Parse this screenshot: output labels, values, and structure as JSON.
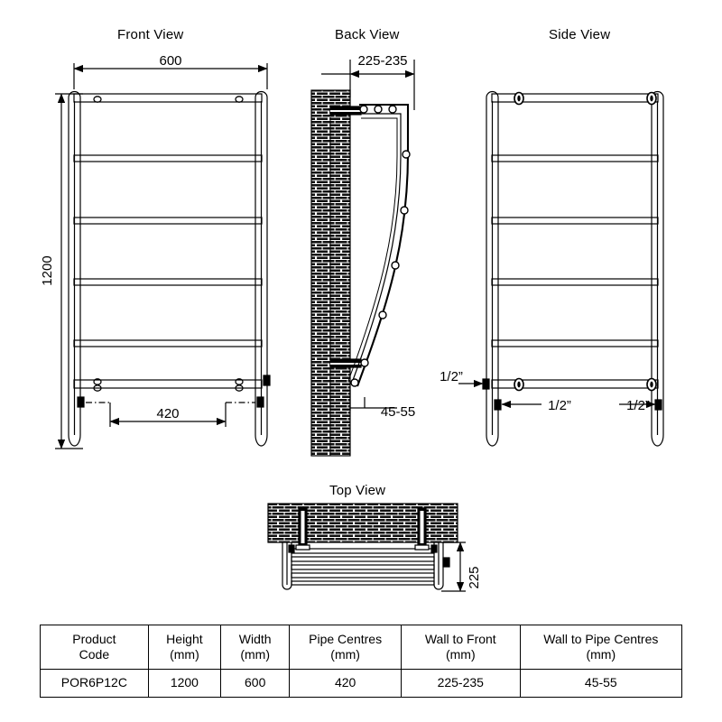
{
  "views": [
    {
      "key": "front",
      "title": "Front View"
    },
    {
      "key": "back",
      "title": "Back View"
    },
    {
      "key": "side",
      "title": "Side View"
    },
    {
      "key": "top",
      "title": "Top View"
    }
  ],
  "dimensions": {
    "front_width": "600",
    "front_height": "1200",
    "front_pipe_centres": "420",
    "back_wall_to_front": "225-235",
    "back_wall_to_pipe_centres": "45-55",
    "top_depth": "225",
    "side_valve_top": "1/2”",
    "side_valve_left": "1/2”",
    "side_valve_right": "1/2”"
  },
  "table": {
    "headers": [
      "Product\nCode",
      "Height\n(mm)",
      "Width\n(mm)",
      "Pipe Centres\n(mm)",
      "Wall to Front\n(mm)",
      "Wall to Pipe Centres\n(mm)"
    ],
    "header_lines": [
      [
        "Product",
        "Code"
      ],
      [
        "Height",
        "(mm)"
      ],
      [
        "Width",
        "(mm)"
      ],
      [
        "Pipe Centres",
        "(mm)"
      ],
      [
        "Wall to Front",
        "(mm)"
      ],
      [
        "Wall to Pipe Centres",
        "(mm)"
      ]
    ],
    "rows": [
      [
        "POR6P12C",
        "1200",
        "600",
        "420",
        "225-235",
        "45-55"
      ]
    ]
  },
  "colors": {
    "line": "#000000",
    "background": "#ffffff",
    "brick": "#1a1a1a"
  }
}
